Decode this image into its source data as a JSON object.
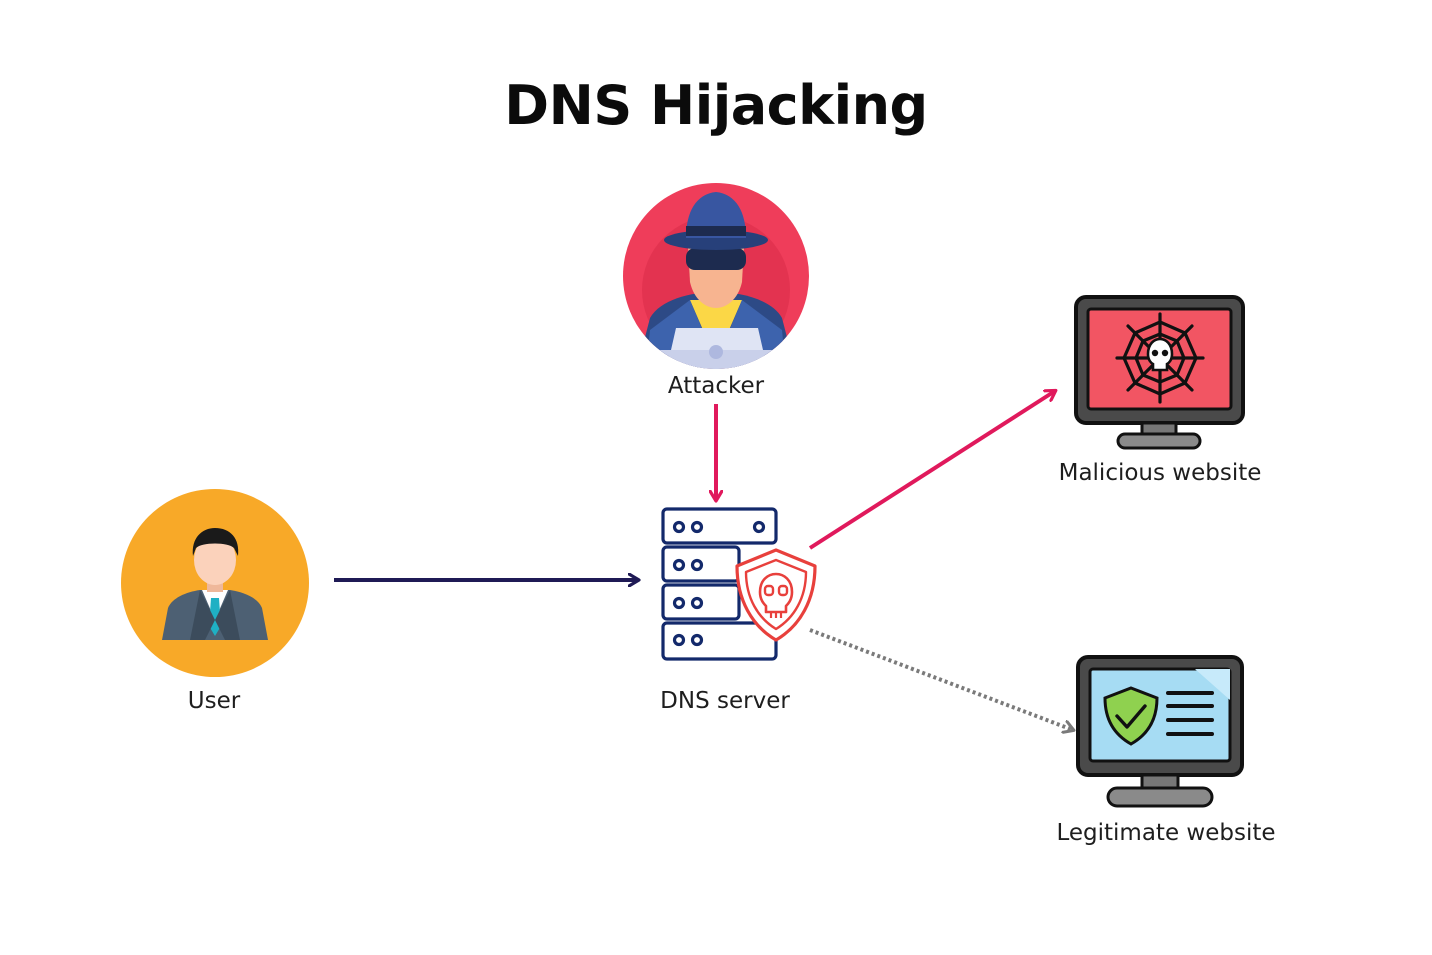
{
  "diagram": {
    "title": "DNS Hijacking",
    "nodes": {
      "attacker": {
        "label": "Attacker",
        "icon": "hacker-icon"
      },
      "user": {
        "label": "User",
        "icon": "businessman-icon"
      },
      "dns_server": {
        "label": "DNS server",
        "icon": "server-skull-shield-icon"
      },
      "malicious": {
        "label": "Malicious website",
        "icon": "monitor-spiderweb-skull-icon"
      },
      "legitimate": {
        "label": "Legitimate website",
        "icon": "monitor-check-shield-icon"
      }
    },
    "edges": [
      {
        "from": "attacker",
        "to": "dns_server",
        "style": "solid",
        "color": "#e0195c"
      },
      {
        "from": "user",
        "to": "dns_server",
        "style": "solid",
        "color": "#1f1a55"
      },
      {
        "from": "dns_server",
        "to": "malicious",
        "style": "solid",
        "color": "#e0195c"
      },
      {
        "from": "dns_server",
        "to": "legitimate",
        "style": "dotted",
        "color": "#7a7a7a"
      }
    ],
    "colors": {
      "attacker_bg": "#ef3d5a",
      "user_bg": "#f8a928",
      "server_stroke": "#13296b",
      "shield_red": "#e8403c",
      "malicious_screen": "#f25563",
      "legit_screen": "#a6dcf3",
      "check_green": "#8fd14f"
    }
  }
}
